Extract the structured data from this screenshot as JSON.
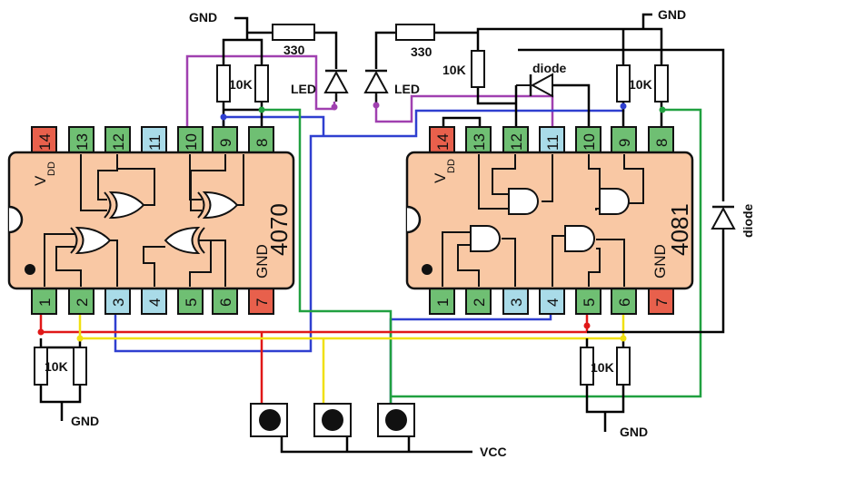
{
  "labels": {
    "gnd": "GND",
    "vcc": "VCC",
    "r330": "330",
    "r10k": "10K",
    "led": "LED",
    "diode": "diode",
    "vdd_main": "V",
    "vdd_sub": "DD"
  },
  "chip_left": {
    "part": "4070",
    "top_pins": [
      "14",
      "13",
      "12",
      "11",
      "10",
      "9",
      "8"
    ],
    "bottom_pins": [
      "1",
      "2",
      "3",
      "4",
      "5",
      "6",
      "7"
    ]
  },
  "chip_right": {
    "part": "4081",
    "top_pins": [
      "14",
      "13",
      "12",
      "11",
      "10",
      "9",
      "8"
    ],
    "bottom_pins": [
      "1",
      "2",
      "3",
      "4",
      "5",
      "6",
      "7"
    ]
  },
  "colors": {
    "chip_body": "#f9c8a4",
    "pin_green": "#6fbf73",
    "pin_blue": "#a9dbe8",
    "pin_red": "#e8604c",
    "wire_purple": "#a040b0",
    "wire_blue": "#2f3fd0",
    "wire_green": "#20a040",
    "wire_red": "#e01818",
    "wire_yellow": "#f0e010",
    "wire_black": "#000000"
  }
}
